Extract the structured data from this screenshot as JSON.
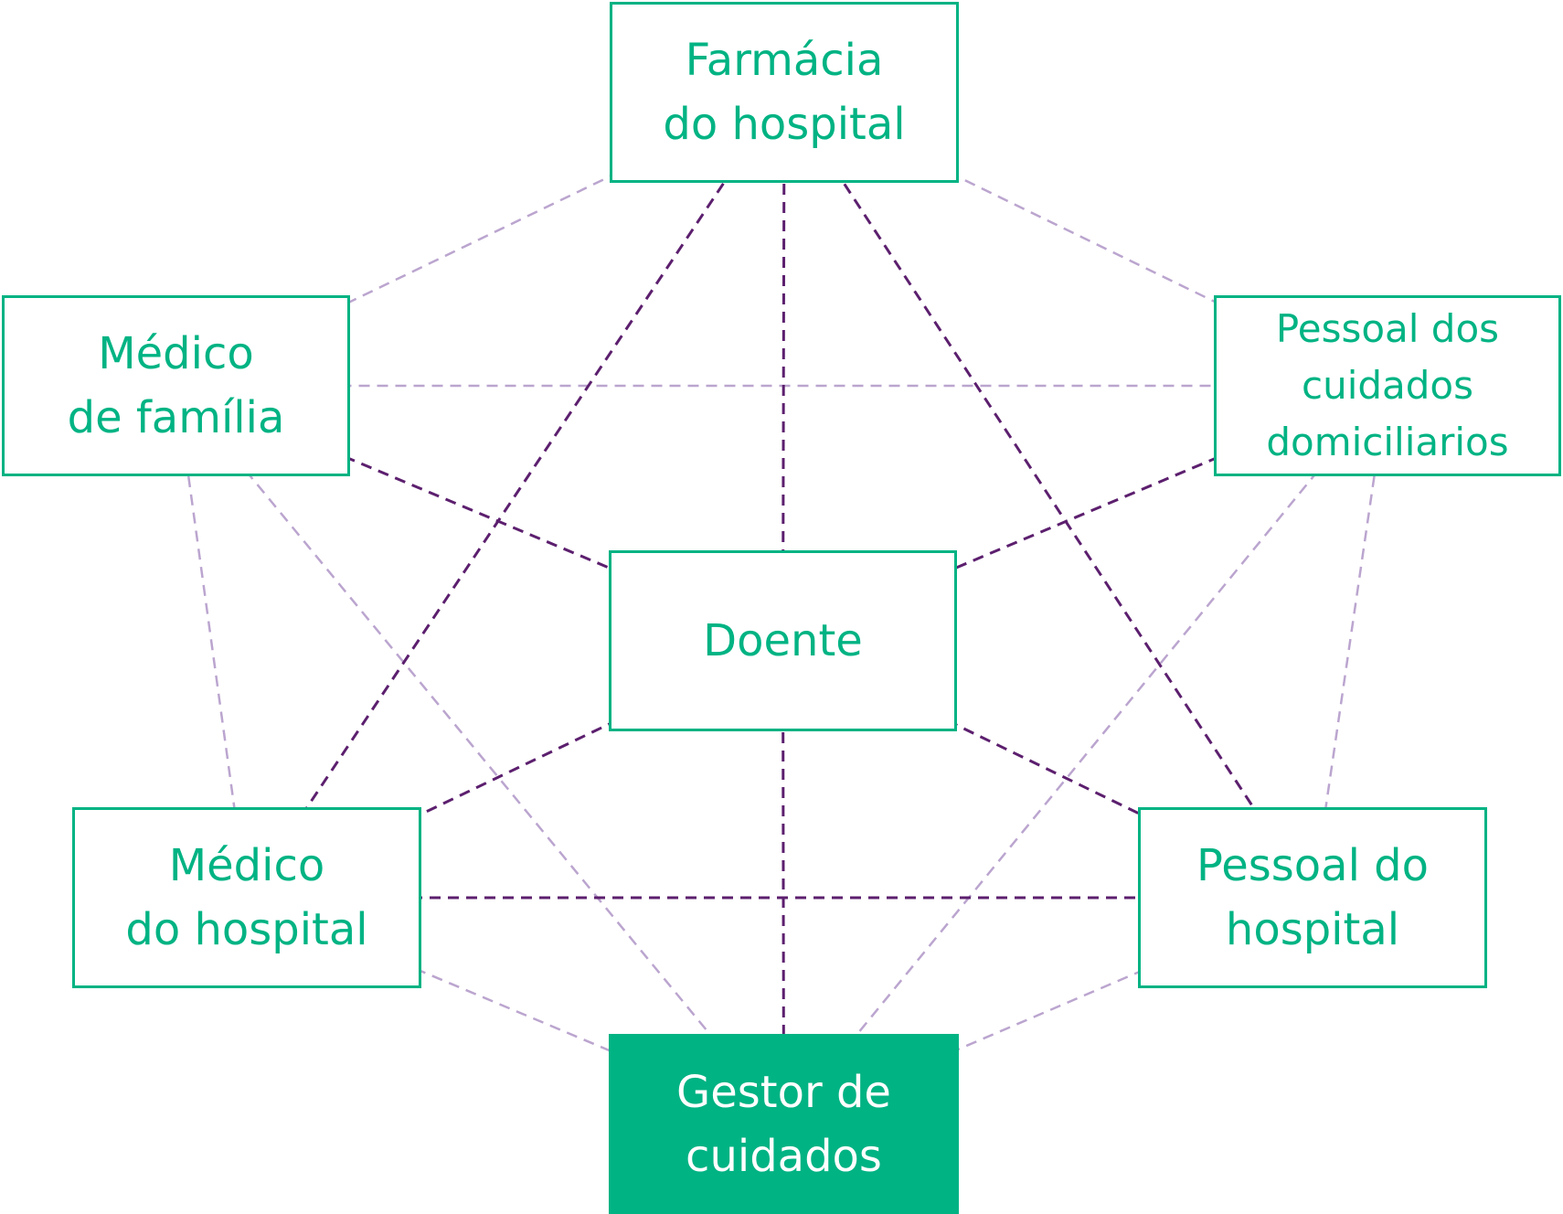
{
  "colors": {
    "node_border": "#00b383",
    "node_text": "#00b383",
    "highlight_fill": "#00b383",
    "highlight_text": "#ffffff",
    "link_dark": "#5c1f6e",
    "link_light": "#bba5cf"
  },
  "nodes": {
    "farmacia": "Farmácia\ndo hospital",
    "medico_familia": "Médico\nde família",
    "cuidados_domiciliarios": "Pessoal dos\ncuidados\ndomiciliarios",
    "doente": "Doente",
    "medico_hospital": "Médico\ndo hospital",
    "pessoal_hospital": "Pessoal do\nhospital",
    "gestor": "Gestor de\ncuidados"
  },
  "links": [
    {
      "from": "farmacia",
      "to": "medico_hospital",
      "style": "dark"
    },
    {
      "from": "farmacia",
      "to": "doente",
      "style": "dark"
    },
    {
      "from": "farmacia",
      "to": "pessoal_hospital",
      "style": "dark"
    },
    {
      "from": "medico_familia",
      "to": "doente",
      "style": "dark"
    },
    {
      "from": "cuidados_domiciliarios",
      "to": "doente",
      "style": "dark"
    },
    {
      "from": "doente",
      "to": "medico_hospital",
      "style": "dark"
    },
    {
      "from": "doente",
      "to": "pessoal_hospital",
      "style": "dark"
    },
    {
      "from": "doente",
      "to": "gestor",
      "style": "dark"
    },
    {
      "from": "medico_hospital",
      "to": "pessoal_hospital",
      "style": "dark"
    },
    {
      "from": "farmacia",
      "to": "medico_familia",
      "style": "light"
    },
    {
      "from": "farmacia",
      "to": "cuidados_domiciliarios",
      "style": "light"
    },
    {
      "from": "medico_familia",
      "to": "cuidados_domiciliarios",
      "style": "light"
    },
    {
      "from": "medico_familia",
      "to": "medico_hospital",
      "style": "light"
    },
    {
      "from": "medico_familia",
      "to": "gestor",
      "style": "light"
    },
    {
      "from": "cuidados_domiciliarios",
      "to": "pessoal_hospital",
      "style": "light"
    },
    {
      "from": "cuidados_domiciliarios",
      "to": "gestor",
      "style": "light"
    },
    {
      "from": "medico_hospital",
      "to": "gestor",
      "style": "light"
    },
    {
      "from": "pessoal_hospital",
      "to": "gestor",
      "style": "light"
    }
  ]
}
